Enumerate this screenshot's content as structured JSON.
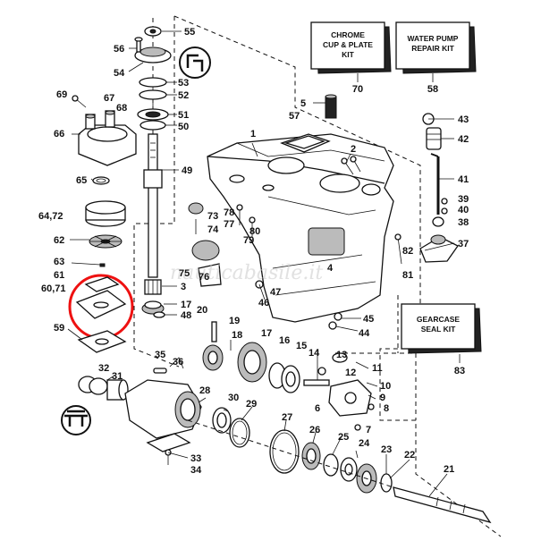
{
  "kits": {
    "chrome": {
      "line1": "CHROME",
      "line2": "CUP & PLATE",
      "line3": "KIT",
      "number": "70"
    },
    "waterpump": {
      "line1": "WATER PUMP",
      "line2": "REPAIR KIT",
      "number": "58"
    },
    "gearcase": {
      "line1": "GEARCASE",
      "line2": "SEAL KIT",
      "number": "83"
    }
  },
  "watermark": "nauticabasile.it",
  "callouts": {
    "c55": "55",
    "c56": "56",
    "c54": "54",
    "c53": "53",
    "c52": "52",
    "c51": "51",
    "c50": "50",
    "c69": "69",
    "c67": "67",
    "c68": "68",
    "c66": "66",
    "c65": "65",
    "c6472": "64,72",
    "c62": "62",
    "c63": "63",
    "c61": "61",
    "c6071": "60,71",
    "c59": "59",
    "c49": "49",
    "c3": "3",
    "c17": "17",
    "c48": "48",
    "c20": "20",
    "c19": "19",
    "c18": "18",
    "c5": "5",
    "c57": "57",
    "c1": "1",
    "c2": "2",
    "c73": "73",
    "c74": "74",
    "c78": "78",
    "c77": "77",
    "c80": "80",
    "c79": "79",
    "c75": "75",
    "c76": "76",
    "c47": "47",
    "c46": "46",
    "c45": "45",
    "c44": "44",
    "c43": "43",
    "c42": "42",
    "c41": "41",
    "c39": "39",
    "c40": "40",
    "c38": "38",
    "c37": "37",
    "c82": "82",
    "c81": "81",
    "c4": "4",
    "c35": "35",
    "c36": "36",
    "c32": "32",
    "c31": "31",
    "c28": "28",
    "c30": "30",
    "c29": "29",
    "c27": "27",
    "c16": "16",
    "c15": "15",
    "c14": "14",
    "c13": "13",
    "c12": "12",
    "c11": "11",
    "c10": "10",
    "c9": "9",
    "c8": "8",
    "c6": "6",
    "c7": "7",
    "c26": "26",
    "c25": "25",
    "c24": "24",
    "c23": "23",
    "c22": "22",
    "c21": "21",
    "c33": "33",
    "c34": "34"
  }
}
